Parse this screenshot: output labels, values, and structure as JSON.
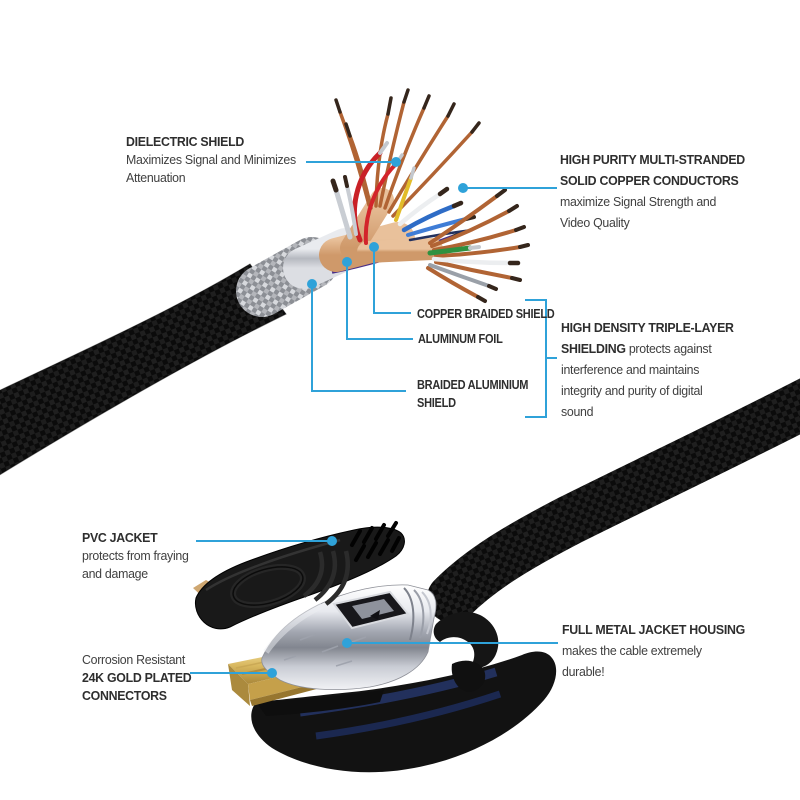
{
  "colors": {
    "background": "#ffffff",
    "callout_blue": "#2fa2d9",
    "cable_black": "#141414",
    "copper": "#b16434",
    "gold": "#d9b85f",
    "text": "#3f3f3f"
  },
  "callouts": {
    "dielectric_shield": {
      "title": "DIELECTRIC SHIELD",
      "line1": "Maximizes Signal and Minimizes",
      "line2": "Attenuation"
    },
    "copper_conductors": {
      "title1": "HIGH PURITY MULTI-STRANDED",
      "title2": "SOLID COPPER CONDUCTORS",
      "line1": "maximize Signal Strength and",
      "line2": "Video Quality"
    },
    "copper_braided_shield": {
      "label": "COPPER BRAIDED SHIELD"
    },
    "aluminum_foil": {
      "label": "ALUMINUM FOIL"
    },
    "braided_aluminium_shield": {
      "line1": "BRAIDED ALUMINIUM",
      "line2": "SHIELD"
    },
    "triple_layer_shielding": {
      "title1": "HIGH DENSITY TRIPLE-LAYER",
      "title2": "SHIELDING",
      "rest2": "protects against",
      "line3": "interference and maintains",
      "line4": "integrity and purity of digital",
      "line5": "sound"
    },
    "pvc_jacket": {
      "title": "PVC JACKET",
      "line1": "protects from fraying",
      "line2": "and damage"
    },
    "gold_connectors": {
      "line1": "Corrosion Resistant",
      "title1": "24K GOLD PLATED",
      "title2": "CONNECTORS"
    },
    "full_metal_jacket": {
      "title": "FULL METAL JACKET HOUSING",
      "line1": "makes the cable extremely",
      "line2": "durable!"
    }
  }
}
